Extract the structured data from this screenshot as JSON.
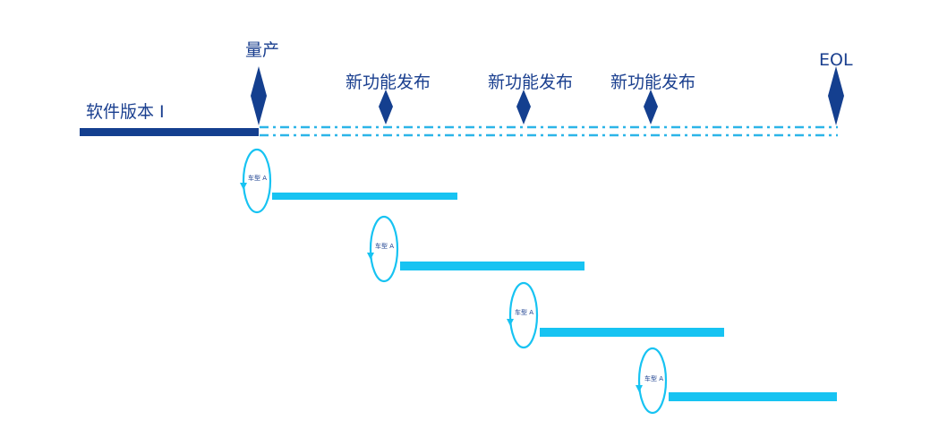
{
  "labels": {
    "software_version": "软件版本 I",
    "mass_production": "量产",
    "feature_release_1": "新功能发布",
    "feature_release_2": "新功能发布",
    "feature_release_3": "新功能发布",
    "eol": "EOL"
  },
  "cycles": [
    {
      "label": "车型 A"
    },
    {
      "label": "车型 A"
    },
    {
      "label": "车型 A"
    },
    {
      "label": "车型 A"
    }
  ],
  "colors": {
    "dark_blue": "#143f8f",
    "light_blue": "#17c3f2",
    "dashed_line": "#2cb5e8",
    "text": "#1a3f8f"
  }
}
